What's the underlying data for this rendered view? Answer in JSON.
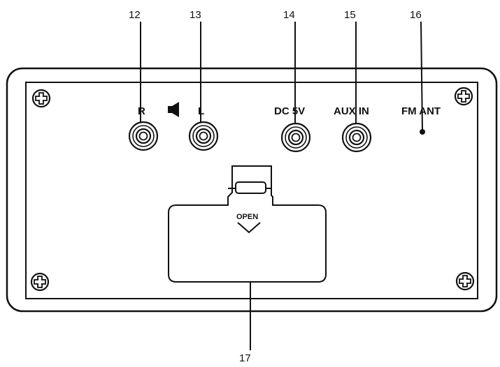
{
  "callouts": {
    "c12": "12",
    "c13": "13",
    "c14": "14",
    "c15": "15",
    "c16": "16",
    "c17": "17"
  },
  "labels": {
    "right": "R",
    "left": "L",
    "dc": "DC 5V",
    "aux": "AUX IN",
    "fm": "FM ANT",
    "open": "OPEN"
  },
  "icons": {
    "speaker": "speaker-icon",
    "screw": "screw-icon"
  },
  "colors": {
    "line": "#111111",
    "background": "#ffffff"
  }
}
